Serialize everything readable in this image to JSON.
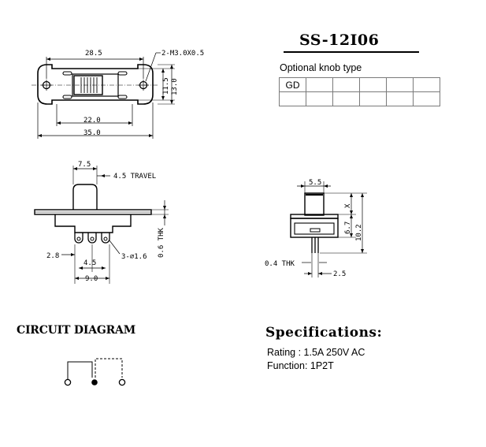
{
  "part_number": "SS-12I06",
  "knob": {
    "label": "Optional knob type",
    "cells": [
      "GD",
      "",
      "",
      "",
      "",
      ""
    ]
  },
  "top_view": {
    "dims": {
      "width_inner": "28.5",
      "hole_spec": "2-M3.0X0.5",
      "slot_width": "22.0",
      "overall_width": "35.0",
      "height_inner": "11.5",
      "height_outer": "13.0"
    }
  },
  "side_view": {
    "dims": {
      "knob_width": "7.5",
      "travel": "4.5 TRAVEL",
      "thickness": "0.6 THK",
      "pin_offset": "2.8",
      "pin_pitch": "4.5",
      "pin_span": "9.0",
      "pin_hole": "3-∅1.6"
    }
  },
  "end_view": {
    "dims": {
      "knob_width": "5.5",
      "knob_height": "X",
      "body_height": "6.7",
      "total_height": "10.2",
      "pin_thickness": "0.4 THK",
      "pin_width": "2.5"
    }
  },
  "circuit": {
    "heading": "CIRCUIT DIAGRAM"
  },
  "specifications": {
    "heading": "Specifications:",
    "rating": "Rating : 1.5A 250V AC",
    "function": "Function: 1P2T"
  }
}
